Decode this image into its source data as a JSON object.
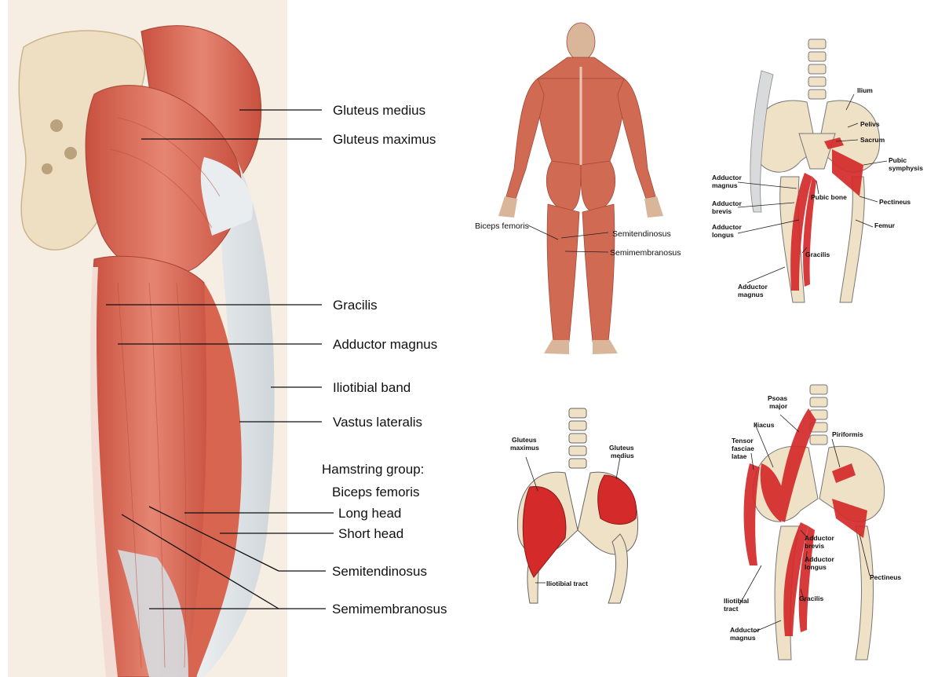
{
  "panel_main": {
    "labels": {
      "gluteus_medius": "Gluteus medius",
      "gluteus_maximus": "Gluteus maximus",
      "gracilis": "Gracilis",
      "adductor_magnus": "Adductor magnus",
      "iliotibial_band": "Iliotibial band",
      "vastus_lateralis": "Vastus lateralis",
      "hamstring_group": "Hamstring group:",
      "biceps_femoris": "Biceps femoris",
      "long_head": "Long head",
      "short_head": "Short head",
      "semitendinosus": "Semitendinosus",
      "semimembranosus": "Semimembranosus"
    }
  },
  "panel_body": {
    "labels": {
      "biceps_femoris": "Biceps femoris",
      "semitendinosus": "Semitendinosus",
      "semimembranosus": "Semimembranosus"
    }
  },
  "panel_pelvis_front": {
    "labels": {
      "ilium": "Ilium",
      "pelvis": "Pelivs",
      "sacrum": "Sacrum",
      "pubic": "Pubic",
      "symphysis": "symphysis",
      "adductor_magnus_top_1": "Adductor",
      "adductor_magnus_top_2": "magnus",
      "pubic_bone": "Pubic bone",
      "adductor_brevis_1": "Adductor",
      "adductor_brevis_2": "brevis",
      "pectineus": "Pectineus",
      "adductor_longus_1": "Adductor",
      "adductor_longus_2": "longus",
      "femur": "Femur",
      "gracilis": "Gracilis",
      "adductor_magnus_bottom_1": "Adductor",
      "adductor_magnus_bottom_2": "magnus"
    }
  },
  "panel_glutes": {
    "labels": {
      "gluteus_maximus_1": "Gluteus",
      "gluteus_maximus_2": "maximus",
      "gluteus_medius_1": "Gluteus",
      "gluteus_medius_2": "medius",
      "iliotibial_tract": "Iliotibial tract"
    }
  },
  "panel_hip_flexors": {
    "labels": {
      "psoas_1": "Psoas",
      "psoas_2": "major",
      "iliacus": "Iliacus",
      "tensor_1": "Tensor",
      "tensor_2": "fasciae",
      "tensor_3": "latae",
      "piriformis": "Piriformis",
      "adductor_brevis_1": "Adductor",
      "adductor_brevis_2": "brevis",
      "adductor_longus_1": "Adductor",
      "adductor_longus_2": "longus",
      "pectineus": "Pectineus",
      "iliotibial_1": "Iliotibial",
      "iliotibial_2": "tract",
      "gracilis": "Gracilis",
      "adductor_magnus_1": "Adductor",
      "adductor_magnus_2": "magnus"
    }
  },
  "colors": {
    "muscle": "#d96a58",
    "muscle_light": "#e8907d",
    "muscle_red": "#d42a2a",
    "bone": "#efe1c6",
    "bone_outline": "#777777",
    "tendon": "#dfe3e6",
    "skin_bg": "#f5ede2"
  }
}
